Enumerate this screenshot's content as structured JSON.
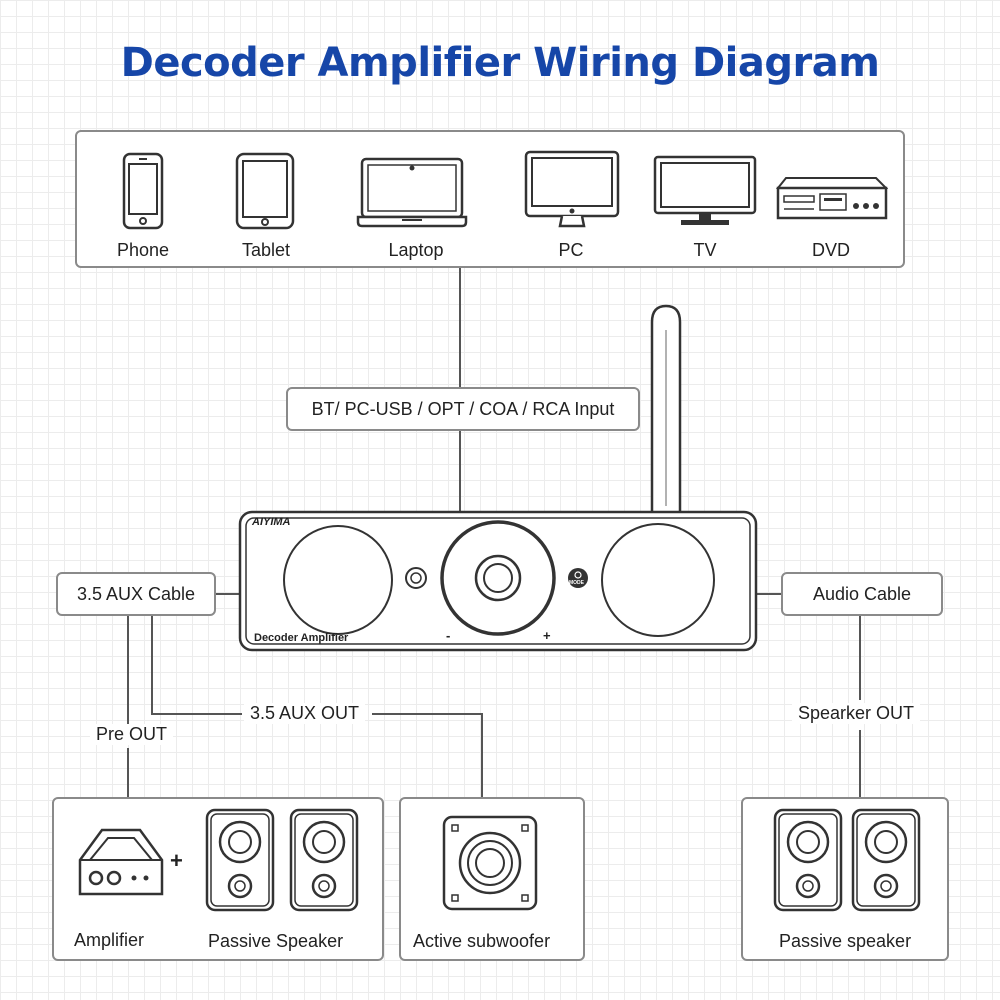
{
  "title": "Decoder Amplifier Wiring Diagram",
  "sources": {
    "items": [
      "Phone",
      "Tablet",
      "Laptop",
      "PC",
      "TV",
      "DVD"
    ]
  },
  "input_label": "BT/ PC-USB / OPT / COA / RCA Input",
  "amplifier": {
    "brand": "AIYIMA",
    "model_label": "Decoder Amplifier",
    "knob_minus": "-",
    "knob_plus": "+",
    "mode_label": "MODE"
  },
  "left_cable": "3.5 AUX Cable",
  "right_cable": "Audio Cable",
  "aux_out_label": "3.5 AUX OUT",
  "pre_out_label": "Pre OUT",
  "speaker_out_label": "Spearker OUT",
  "outputs": {
    "amp_caption": "Amplifier",
    "plus_sign": "+",
    "passive_caption": "Passive Speaker",
    "sub_caption": "Active subwoofer",
    "right_passive_caption": "Passive speaker"
  }
}
